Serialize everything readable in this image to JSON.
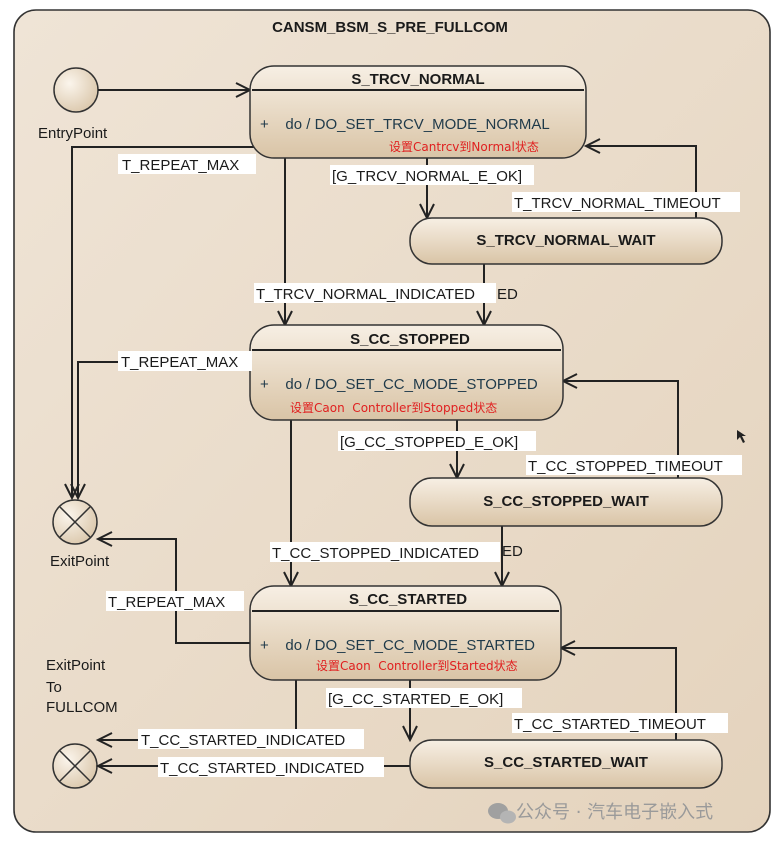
{
  "diagram": {
    "title": "CANSM_BSM_S_PRE_FULLCOM",
    "entry_label": "EntryPoint",
    "exit_label": "ExitPoint",
    "exit_fullcom_label": [
      "ExitPoint",
      "To",
      "FULLCOM"
    ],
    "states": {
      "trcv_normal": {
        "name": "S_TRCV_NORMAL",
        "action": "+    do / DO_SET_TRCV_MODE_NORMAL",
        "note": "设置Cantrcv到Normal状态"
      },
      "trcv_normal_wait": {
        "name": "S_TRCV_NORMAL_WAIT"
      },
      "cc_stopped": {
        "name": "S_CC_STOPPED",
        "action": "+    do / DO_SET_CC_MODE_STOPPED",
        "note": "设置Caon  Controller到Stopped状态"
      },
      "cc_stopped_wait": {
        "name": "S_CC_STOPPED_WAIT"
      },
      "cc_started": {
        "name": "S_CC_STARTED",
        "action": "+    do / DO_SET_CC_MODE_STARTED",
        "note": "设置Caon  Controller到Started状态"
      },
      "cc_started_wait": {
        "name": "S_CC_STARTED_WAIT"
      }
    },
    "transitions": {
      "t_repeat_max_1": "T_REPEAT_MAX",
      "g_trcv_normal_e_ok": "[G_TRCV_NORMAL_E_OK]",
      "t_trcv_normal_timeout": "T_TRCV_NORMAL_TIMEOUT",
      "t_trcv_normal_indicated": "T_TRCV_NORMAL_INDICATED",
      "t_trcv_normal_indicated_tail": "ED",
      "t_repeat_max_2": "T_REPEAT_MAX",
      "g_cc_stopped_e_ok": "[G_CC_STOPPED_E_OK]",
      "t_cc_stopped_timeout": "T_CC_STOPPED_TIMEOUT",
      "t_cc_stopped_indicated": "T_CC_STOPPED_INDICATED",
      "t_cc_stopped_indicated_tail": "ED",
      "t_repeat_max_3": "T_REPEAT_MAX",
      "g_cc_started_e_ok": "[G_CC_STARTED_E_OK]",
      "t_cc_started_timeout": "T_CC_STARTED_TIMEOUT",
      "t_cc_started_indicated_1": "T_CC_STARTED_INDICATED",
      "t_cc_started_indicated_2": "T_CC_STARTED_INDICATED"
    },
    "watermark": "公众号 · 汽车电子嵌入式"
  },
  "colors": {
    "frame_fill": "#eadccb",
    "state_fill_top": "#f7efe4",
    "state_fill_bottom": "#d9c4a6",
    "note_red": "#e02020",
    "line": "#222222"
  }
}
